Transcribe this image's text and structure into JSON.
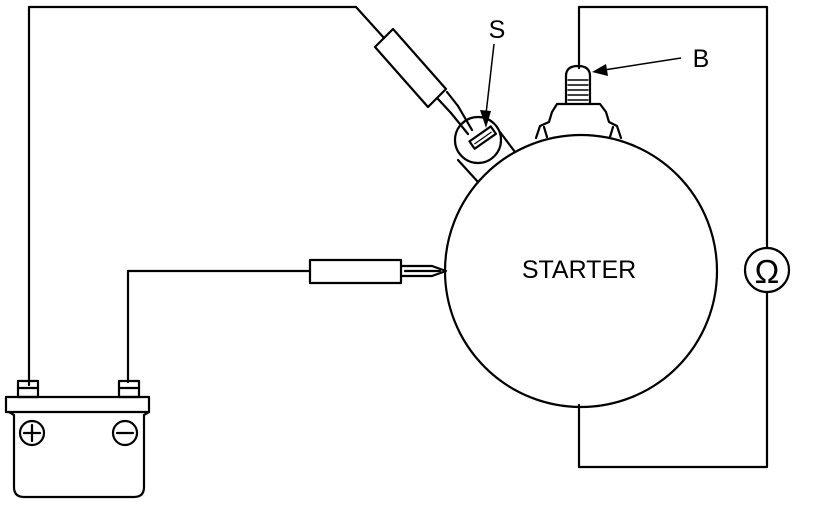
{
  "labels": {
    "starter": "STARTER",
    "s_terminal": "S",
    "b_terminal": "B",
    "ohm_symbol": "Ω"
  },
  "colors": {
    "line": "#000000",
    "background": "#ffffff"
  }
}
